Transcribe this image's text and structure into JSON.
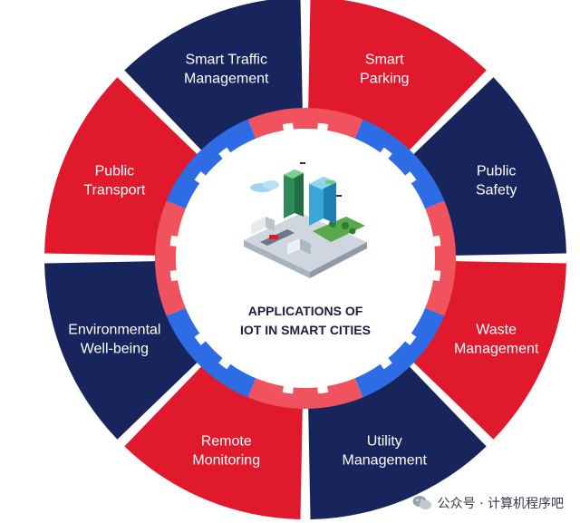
{
  "center": {
    "title_line1": "APPLICATIONS OF",
    "title_line2": "IOT IN SMART CITIES"
  },
  "segments": [
    {
      "lines": [
        "Smart",
        "Parking"
      ],
      "color": "red"
    },
    {
      "lines": [
        "Public",
        "Safety"
      ],
      "color": "navy"
    },
    {
      "lines": [
        "Waste",
        "Management"
      ],
      "color": "red"
    },
    {
      "lines": [
        "Utility",
        "Management"
      ],
      "color": "navy"
    },
    {
      "lines": [
        "Remote",
        "Monitoring"
      ],
      "color": "red"
    },
    {
      "lines": [
        "Environmental",
        "Well-being"
      ],
      "color": "navy"
    },
    {
      "lines": [
        "Public",
        "Transport"
      ],
      "color": "red"
    },
    {
      "lines": [
        "Smart Traffic",
        "Management"
      ],
      "color": "navy"
    }
  ],
  "colors": {
    "red": "#e0192d",
    "navy": "#17255c",
    "inner_red": "#f0525e",
    "inner_blue": "#2e6ce6",
    "background": "#ffffff"
  },
  "watermark": {
    "text": "公众号 · 计算机程序吧",
    "icon": "wechat-icon"
  },
  "illustration": {
    "icon": "smart-city-illustration"
  }
}
